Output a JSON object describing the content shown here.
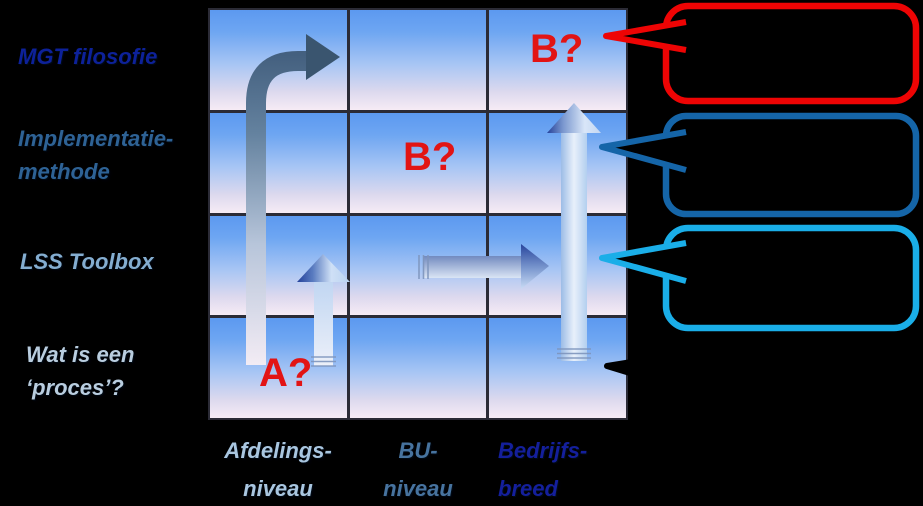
{
  "canvas": {
    "background": "#000000"
  },
  "grid": {
    "rows": 4,
    "cols": 3,
    "line_color": "#2b2b36",
    "cell_gradient_top": "#5c99f0",
    "cell_gradient_bottom": "#f6ebf5"
  },
  "row_labels": [
    {
      "line1": "MGT filosofie",
      "line2": "",
      "color": "#0d2199"
    },
    {
      "line1": "Implementatie-",
      "line2": "methode",
      "color": "#2e6295"
    },
    {
      "line1": "LSS Toolbox",
      "line2": "",
      "color": "#84add0"
    },
    {
      "line1": "Wat is een",
      "line2": "‘proces’?",
      "color": "#b9cddf"
    }
  ],
  "col_labels": [
    {
      "line1": "Afdelings-",
      "line2": "niveau",
      "color": "#a9c6e0"
    },
    {
      "line1": "BU-",
      "line2": "niveau",
      "color": "#47739f"
    },
    {
      "line1": "Bedrijfs-",
      "line2": "breed",
      "color": "#141f9c"
    }
  ],
  "annotations": {
    "color": "#e21414",
    "bottom_left": "A?",
    "middle": "B?",
    "top_right": "B?"
  },
  "callouts": [
    {
      "name": "red-callout",
      "border_color": "#ee0404",
      "text": ""
    },
    {
      "name": "dark-blue-callout",
      "border_color": "#1565a8",
      "text": ""
    },
    {
      "name": "light-blue-callout",
      "border_color": "#1aaee8",
      "text": ""
    },
    {
      "name": "black-callout",
      "border_color": "#000000",
      "text": ""
    }
  ],
  "arrows": [
    {
      "name": "curved-up-right-arrow",
      "head_color": "#3a556f"
    },
    {
      "name": "small-up-arrow",
      "head_color": "#24419a"
    },
    {
      "name": "right-arrow",
      "head_color": "#24419a"
    },
    {
      "name": "tall-up-arrow",
      "head_color": "#24419a"
    }
  ]
}
